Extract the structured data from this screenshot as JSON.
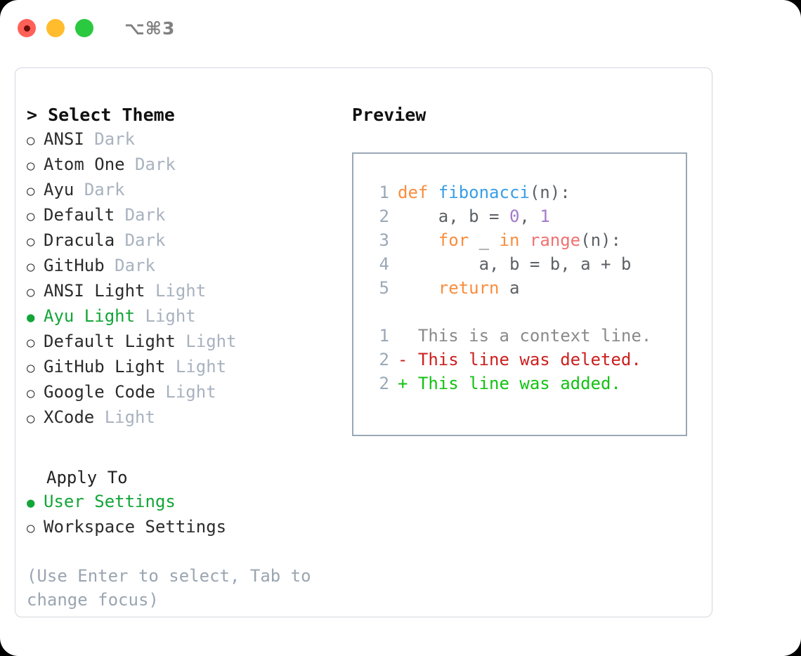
{
  "titlebar": {
    "lights": [
      {
        "name": "close",
        "color": "#ff6159"
      },
      {
        "name": "minimize",
        "color": "#ffbd2e"
      },
      {
        "name": "zoom",
        "color": "#2ac940"
      }
    ],
    "shortcut": "⌥⌘3"
  },
  "theme_picker": {
    "caret": ">",
    "title": "Select Theme",
    "marker_selected": "●",
    "marker_unselected": "○",
    "items": [
      {
        "label": "ANSI",
        "variant": "Dark",
        "selected": false
      },
      {
        "label": "Atom One",
        "variant": "Dark",
        "selected": false
      },
      {
        "label": "Ayu",
        "variant": "Dark",
        "selected": false
      },
      {
        "label": "Default",
        "variant": "Dark",
        "selected": false
      },
      {
        "label": "Dracula",
        "variant": "Dark",
        "selected": false
      },
      {
        "label": "GitHub",
        "variant": "Dark",
        "selected": false
      },
      {
        "label": "ANSI Light",
        "variant": "Light",
        "selected": false
      },
      {
        "label": "Ayu Light",
        "variant": "Light",
        "selected": true
      },
      {
        "label": "Default Light",
        "variant": "Light",
        "selected": false
      },
      {
        "label": "GitHub Light",
        "variant": "Light",
        "selected": false
      },
      {
        "label": "Google Code",
        "variant": "Light",
        "selected": false
      },
      {
        "label": "XCode",
        "variant": "Light",
        "selected": false
      }
    ]
  },
  "apply_to": {
    "title": "Apply To",
    "items": [
      {
        "label": "User Settings",
        "selected": true
      },
      {
        "label": "Workspace Settings",
        "selected": false
      }
    ]
  },
  "hint": "(Use Enter to select, Tab to change focus)",
  "preview": {
    "title": "Preview",
    "code": [
      {
        "no": "1",
        "tokens": [
          {
            "t": "def ",
            "c": "tok-kw"
          },
          {
            "t": "fibonacci",
            "c": "tok-fn"
          },
          {
            "t": "(n):",
            "c": "tok-pln"
          }
        ]
      },
      {
        "no": "2",
        "tokens": [
          {
            "t": "    a, b = ",
            "c": "tok-pln"
          },
          {
            "t": "0",
            "c": "tok-num"
          },
          {
            "t": ", ",
            "c": "tok-pln"
          },
          {
            "t": "1",
            "c": "tok-num"
          }
        ]
      },
      {
        "no": "3",
        "tokens": [
          {
            "t": "    ",
            "c": "tok-pln"
          },
          {
            "t": "for",
            "c": "tok-kw"
          },
          {
            "t": " _ ",
            "c": "tok-pln"
          },
          {
            "t": "in",
            "c": "tok-kw"
          },
          {
            "t": " ",
            "c": "tok-pln"
          },
          {
            "t": "range",
            "c": "tok-call"
          },
          {
            "t": "(n):",
            "c": "tok-pln"
          }
        ]
      },
      {
        "no": "4",
        "tokens": [
          {
            "t": "        a, b = b, a + b",
            "c": "tok-pln"
          }
        ]
      },
      {
        "no": "5",
        "tokens": [
          {
            "t": "    ",
            "c": "tok-pln"
          },
          {
            "t": "return",
            "c": "tok-kw"
          },
          {
            "t": " a",
            "c": "tok-pln"
          }
        ]
      }
    ],
    "diff": [
      {
        "no": "1",
        "sign": " ",
        "text": " This is a context line.",
        "kind": "diff-ctx"
      },
      {
        "no": "2",
        "sign": "-",
        "text": " This line was deleted.",
        "kind": "diff-del"
      },
      {
        "no": "2",
        "sign": "+",
        "text": " This line was added.",
        "kind": "diff-add"
      }
    ]
  }
}
